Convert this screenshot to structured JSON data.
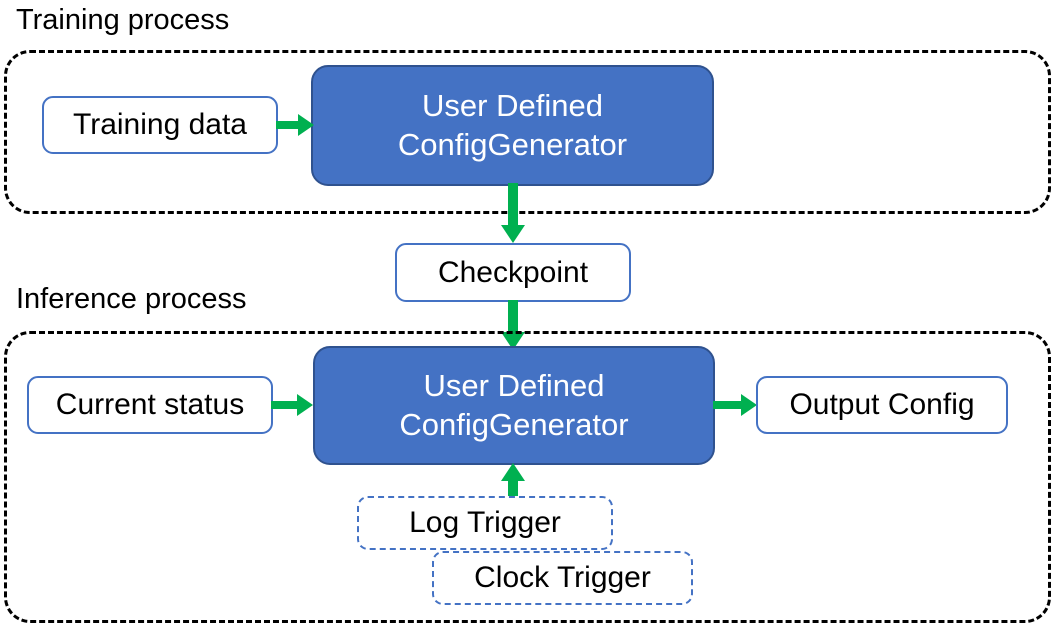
{
  "diagram": {
    "title_training": "Training process",
    "title_inference": "Inference process",
    "colors": {
      "accent_blue_fill": "#4472C4",
      "accent_blue_border": "#2F528F",
      "box_outline_blue": "#4472C4",
      "arrow_green": "#00B050",
      "container_dash": "#000000",
      "text_dark": "#000000",
      "text_light": "#FFFFFF",
      "background": "#FFFFFF"
    },
    "nodes": {
      "training_data": "Training data",
      "generator_training_line1": "User Defined",
      "generator_training_line2": "ConfigGenerator",
      "checkpoint": "Checkpoint",
      "current_status": "Current status",
      "generator_inference_line1": "User Defined",
      "generator_inference_line2": "ConfigGenerator",
      "output_config": "Output Config",
      "log_trigger": "Log Trigger",
      "clock_trigger": "Clock Trigger"
    },
    "edges": [
      {
        "id": "training-data-to-generator",
        "from": "Training data",
        "to": "User Defined ConfigGenerator",
        "direction": "right"
      },
      {
        "id": "generator-to-checkpoint",
        "from": "User Defined ConfigGenerator",
        "to": "Checkpoint",
        "direction": "down"
      },
      {
        "id": "checkpoint-to-generator",
        "from": "Checkpoint",
        "to": "User Defined ConfigGenerator",
        "direction": "down"
      },
      {
        "id": "current-status-to-generator",
        "from": "Current status",
        "to": "User Defined ConfigGenerator",
        "direction": "right"
      },
      {
        "id": "generator-to-output",
        "from": "User Defined ConfigGenerator",
        "to": "Output Config",
        "direction": "right"
      },
      {
        "id": "trigger-to-generator",
        "from": "Log Trigger / Clock Trigger",
        "to": "User Defined ConfigGenerator",
        "direction": "up"
      }
    ]
  }
}
